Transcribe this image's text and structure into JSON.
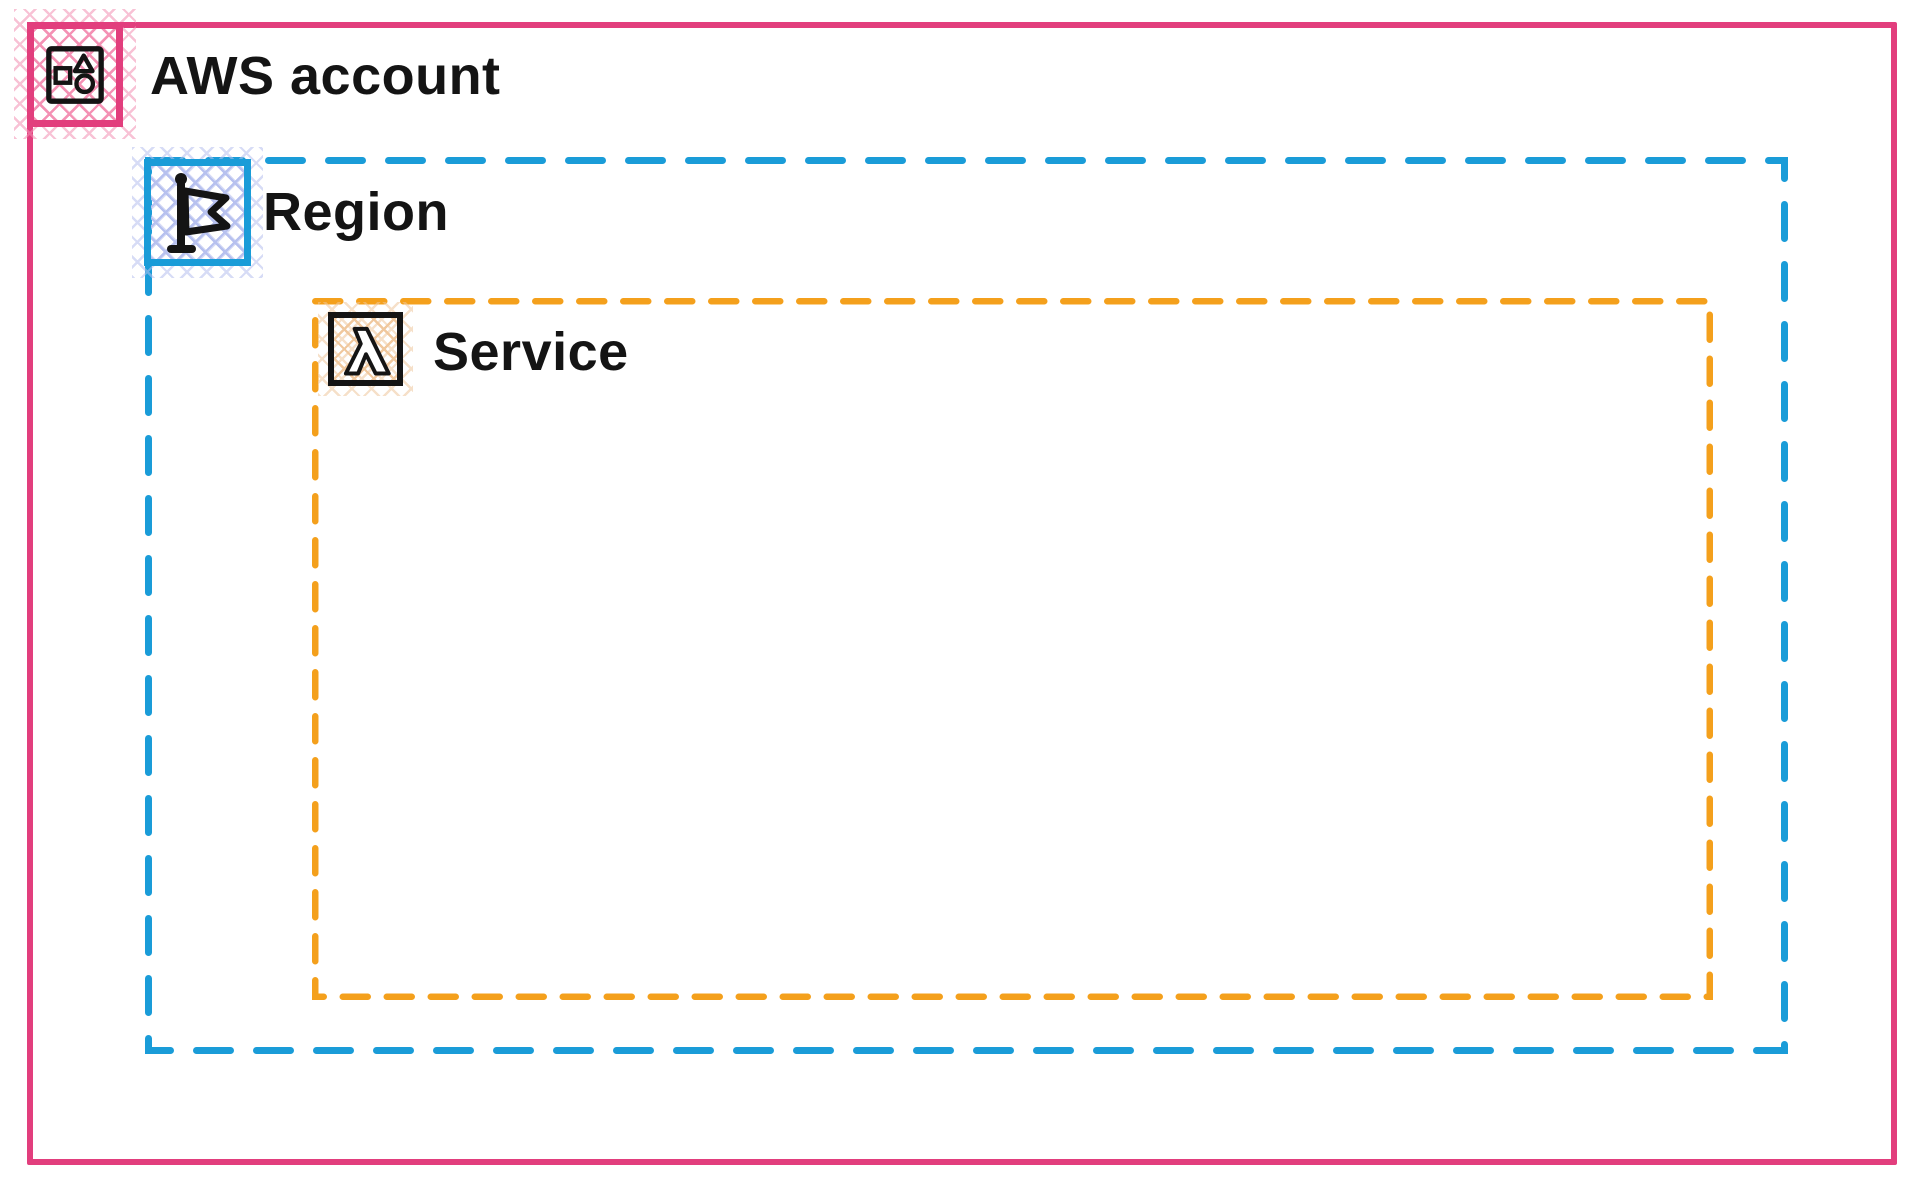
{
  "diagram": {
    "account": {
      "label": "AWS account",
      "icon": "aws-account-icon"
    },
    "region": {
      "label": "Region",
      "icon": "flag-icon"
    },
    "service": {
      "label": "Service",
      "icon": "lambda-icon"
    }
  },
  "colors": {
    "account_border": "#e23e7d",
    "account_hatch": "#f491b4",
    "region_border": "#1a9cd8",
    "region_hatch": "#b7c1ef",
    "service_border": "#f4a01c",
    "service_hatch": "#f0c89e",
    "icon_ink": "#141414",
    "background": "#ffffff"
  }
}
